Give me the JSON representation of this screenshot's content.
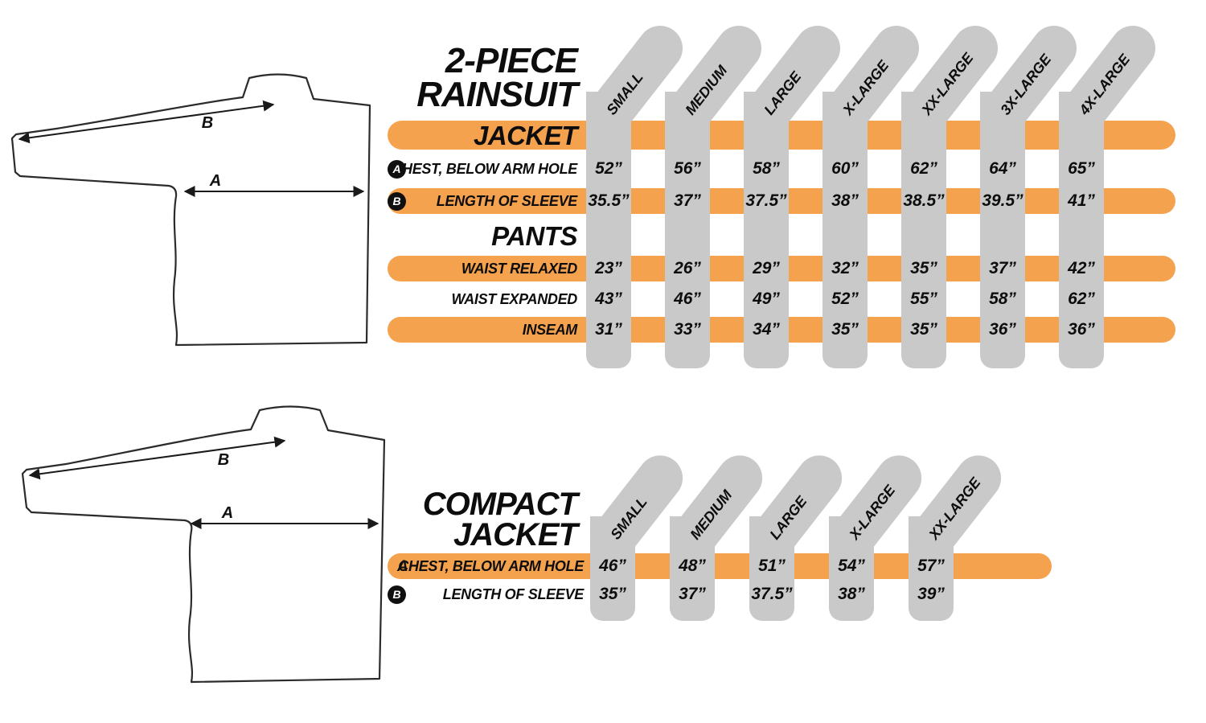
{
  "colors": {
    "bar_orange": "#F5A24E",
    "column_gray": "#C9C9C9",
    "text_black": "#101010"
  },
  "chart_data": [
    {
      "type": "table",
      "title": "2-PIECE RAINSUIT",
      "title_lines": [
        "2-PIECE",
        "RAINSUIT"
      ],
      "columns": [
        "SMALL",
        "MEDIUM",
        "LARGE",
        "X-LARGE",
        "XX-LARGE",
        "3X-LARGE",
        "4X-LARGE"
      ],
      "sections": [
        {
          "header": "JACKET",
          "rows": [
            {
              "marker": "A",
              "label": "CHEST, BELOW ARM HOLE",
              "values": [
                "52”",
                "56”",
                "58”",
                "60”",
                "62”",
                "64”",
                "65”"
              ]
            },
            {
              "marker": "B",
              "label": "LENGTH OF SLEEVE",
              "values": [
                "35.5”",
                "37”",
                "37.5”",
                "38”",
                "38.5”",
                "39.5”",
                "41”"
              ]
            }
          ]
        },
        {
          "header": "PANTS",
          "rows": [
            {
              "label": "WAIST RELAXED",
              "values": [
                "23”",
                "26”",
                "29”",
                "32”",
                "35”",
                "37”",
                "42”"
              ]
            },
            {
              "label": "WAIST EXPANDED",
              "values": [
                "43”",
                "46”",
                "49”",
                "52”",
                "55”",
                "58”",
                "62”"
              ]
            },
            {
              "label": "INSEAM",
              "values": [
                "31”",
                "33”",
                "34”",
                "35”",
                "35”",
                "36”",
                "36”"
              ]
            }
          ]
        }
      ],
      "diagram": {
        "a": "A",
        "b": "B"
      }
    },
    {
      "type": "table",
      "title": "COMPACT JACKET",
      "title_lines": [
        "COMPACT",
        "JACKET"
      ],
      "columns": [
        "SMALL",
        "MEDIUM",
        "LARGE",
        "X-LARGE",
        "XX-LARGE"
      ],
      "rows": [
        {
          "marker": "A",
          "label": "CHEST, BELOW ARM HOLE",
          "values": [
            "46”",
            "48”",
            "51”",
            "54”",
            "57”"
          ]
        },
        {
          "marker": "B",
          "label": "LENGTH OF SLEEVE",
          "values": [
            "35”",
            "37”",
            "37.5”",
            "38”",
            "39”"
          ]
        }
      ],
      "diagram": {
        "a": "A",
        "b": "B"
      }
    }
  ]
}
